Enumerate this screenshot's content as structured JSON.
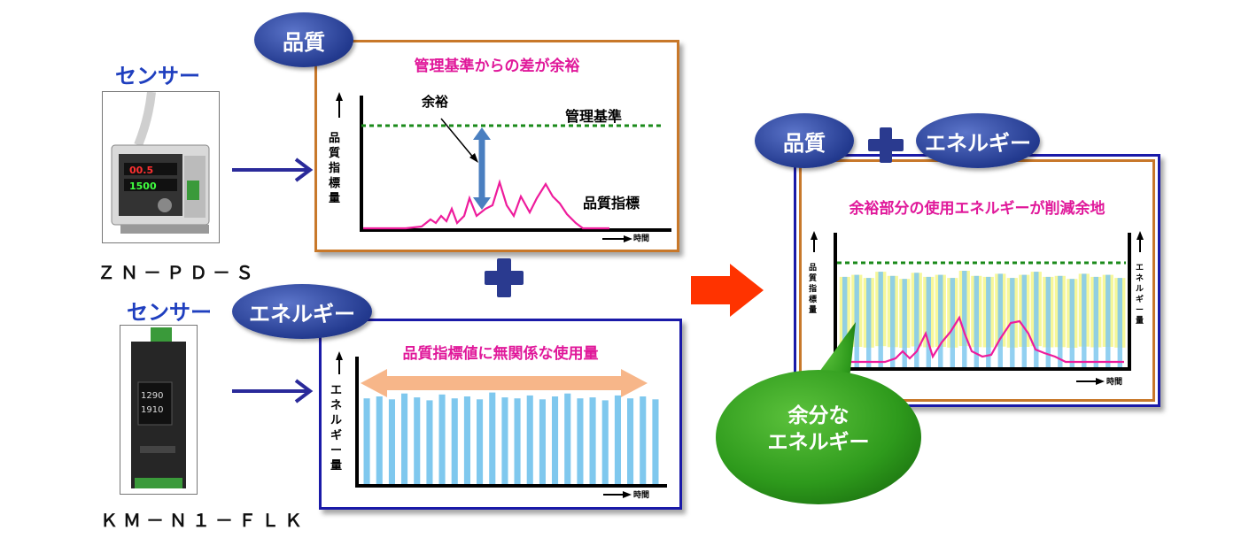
{
  "sensors": [
    {
      "label": "センサー",
      "model": "ＺＮ－ＰＤ－Ｓ"
    },
    {
      "label": "センサー",
      "model": "ＫＭ－Ｎ１－ＦＬＫ"
    }
  ],
  "quality_panel": {
    "badge": "品質",
    "title": "管理基準からの差が余裕",
    "y_label": "品質指標量",
    "x_label": "時間",
    "margin_label": "余裕",
    "standard_label": "管理基準",
    "index_label": "品質指標"
  },
  "energy_panel": {
    "badge": "エネルギー",
    "title": "品質指標値に無関係な使用量",
    "y_label": "エネルギー量",
    "x_label": "時間",
    "bar_values": [
      0.88,
      0.9,
      0.87,
      0.93,
      0.89,
      0.86,
      0.92,
      0.88,
      0.9,
      0.87,
      0.94,
      0.89,
      0.88,
      0.91,
      0.87,
      0.9,
      0.93,
      0.88,
      0.89,
      0.86,
      0.91,
      0.88,
      0.9,
      0.87
    ]
  },
  "combined_panel": {
    "badge_quality": "品質",
    "badge_energy": "エネルギー",
    "title": "余裕部分の使用エネルギーが削減余地",
    "y_label_left": "品質指標量",
    "y_label_right": "エネルギー量",
    "x_label": "時間",
    "callout_line1": "余分な",
    "callout_line2": "エネルギー"
  },
  "colors": {
    "orange_border": "#c8782a",
    "blue_border": "#1a1aa8",
    "pink": "#ee1c9c",
    "green_dash": "#1a8a1a",
    "bar_blue": "#7fc8ee",
    "highlight_yellow": "#f6f79a",
    "arrow_red": "#ff3300",
    "callout_green": "#2e9a1c"
  }
}
